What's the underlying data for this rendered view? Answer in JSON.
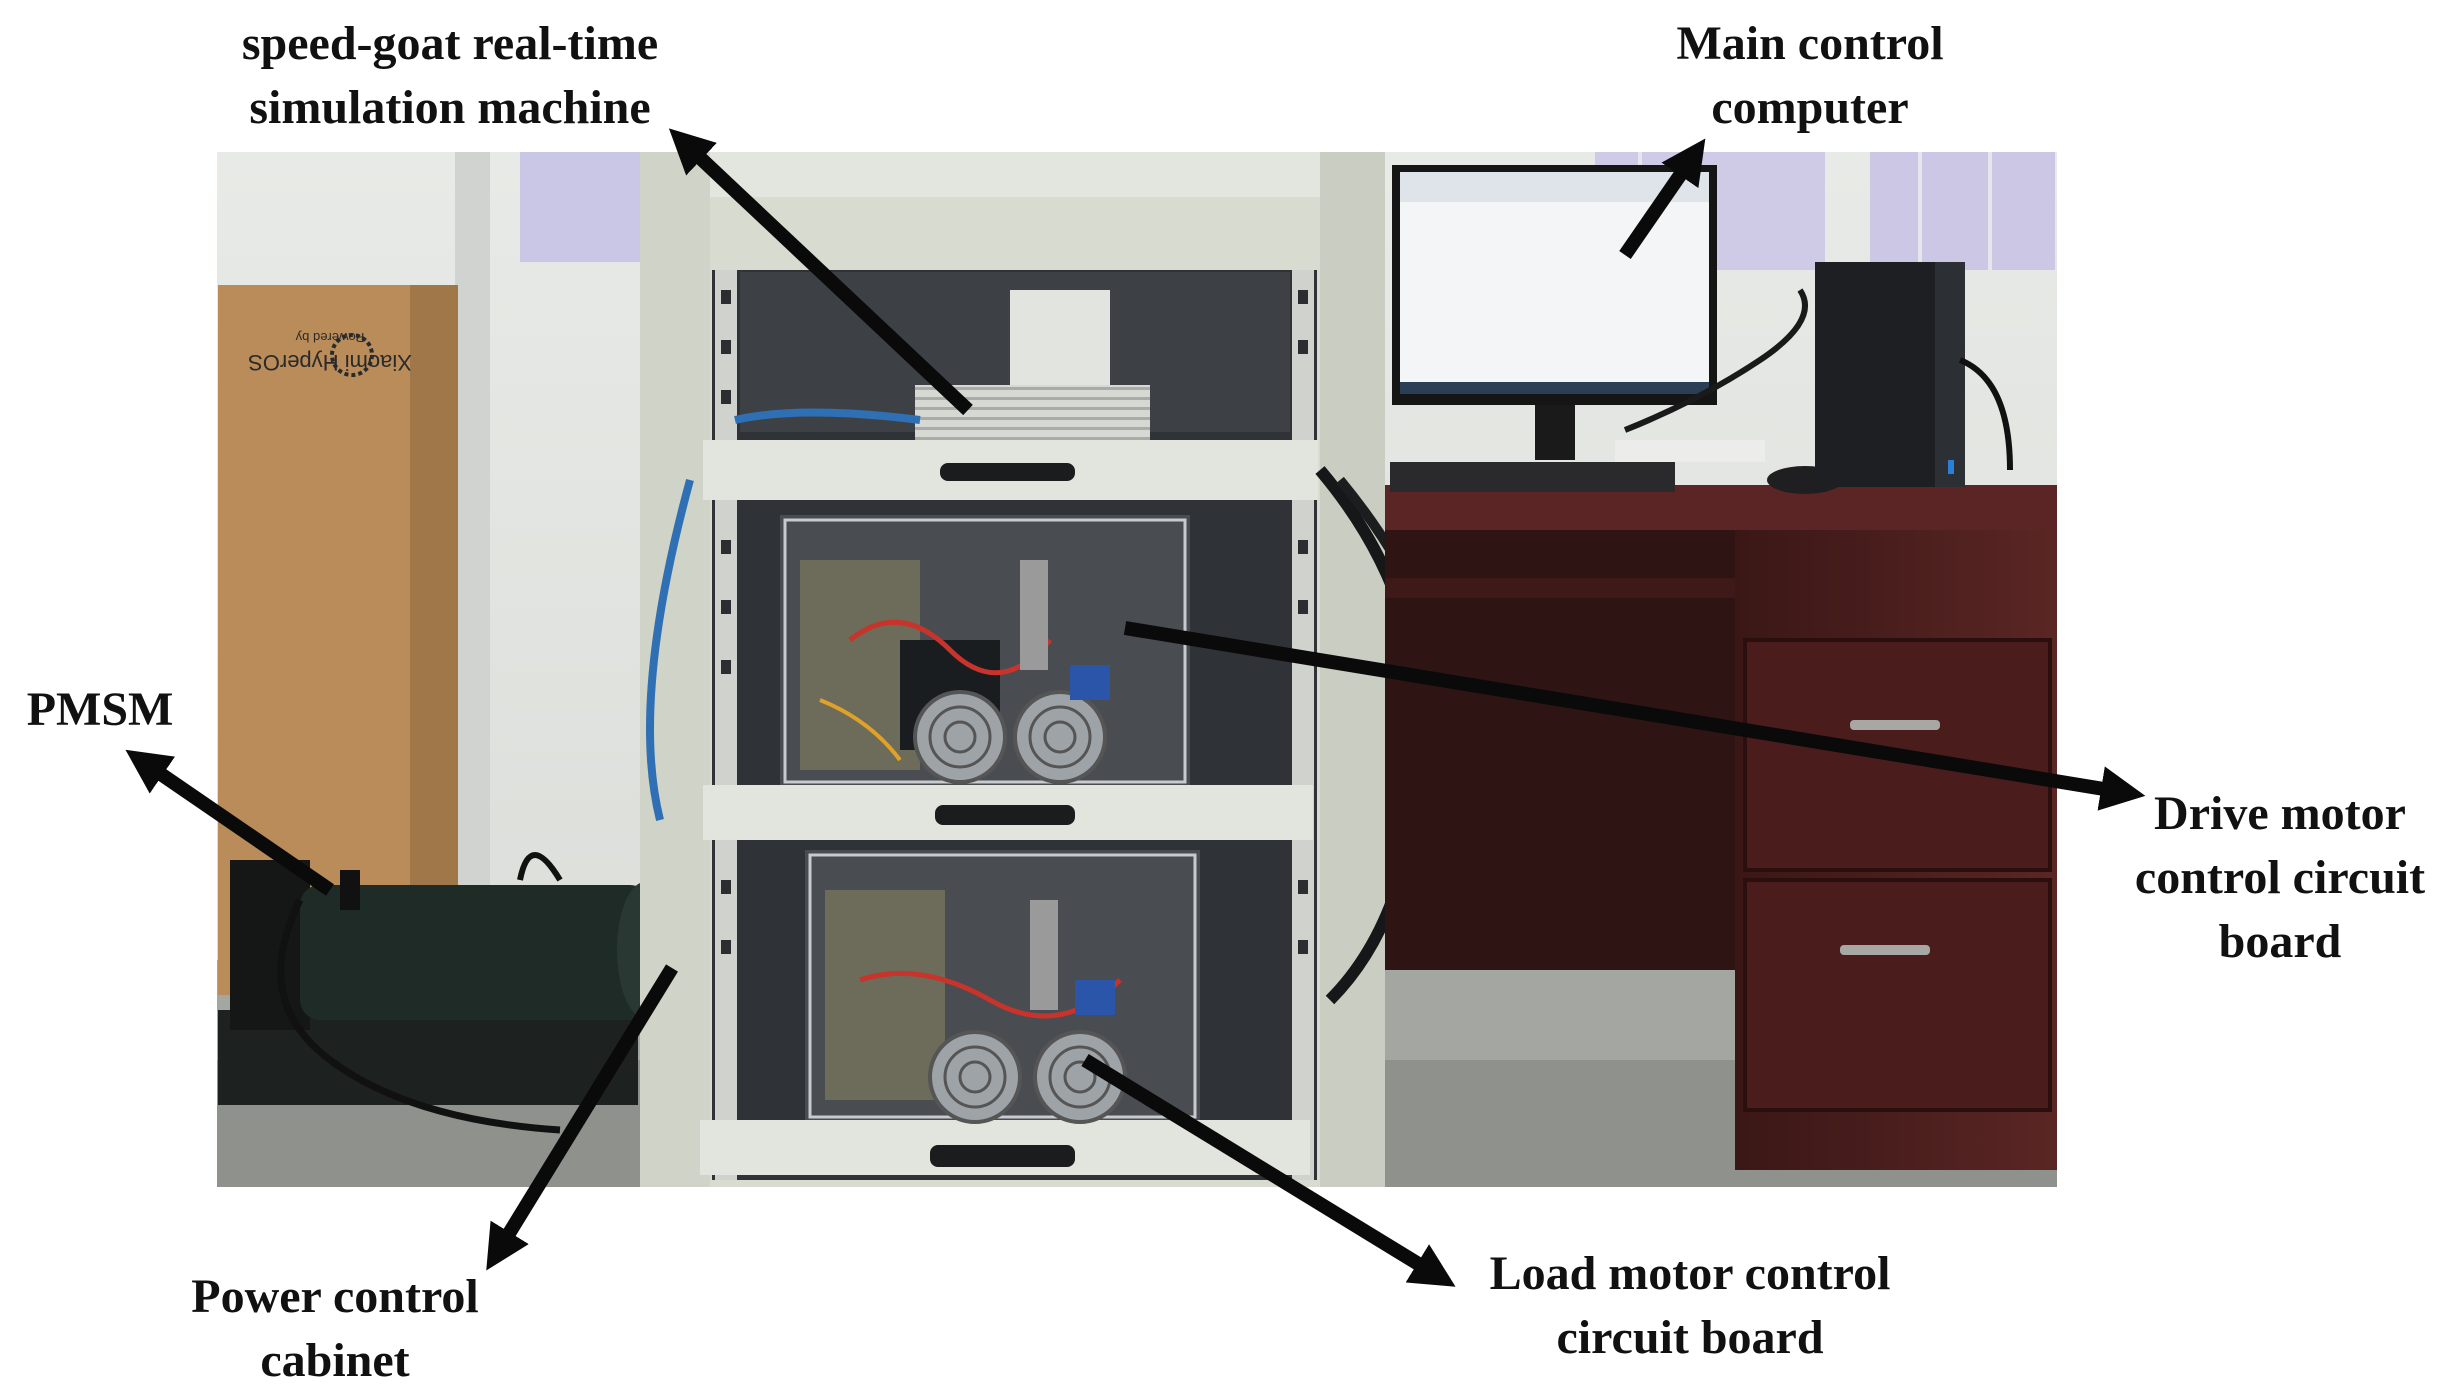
{
  "labels": {
    "speedgoat": [
      "speed-goat real-time",
      "simulation machine"
    ],
    "main_computer": [
      "Main control",
      "computer"
    ],
    "pmsm": [
      "PMSM"
    ],
    "drive_board": [
      "Drive motor",
      "control circuit",
      "board"
    ],
    "power_cabinet": [
      "Power control",
      "cabinet"
    ],
    "load_board": [
      "Load motor control",
      "circuit board"
    ]
  },
  "photo_text": {
    "box_print": "Xiaomi HyperOS",
    "box_print_small": "Powered by"
  },
  "colors": {
    "arrow": "#0a0a0a",
    "cabinet": "#d9ddd2",
    "wall": "#e4e6e2",
    "desk": "#4a1f1d",
    "floor": "#9a9c98"
  }
}
